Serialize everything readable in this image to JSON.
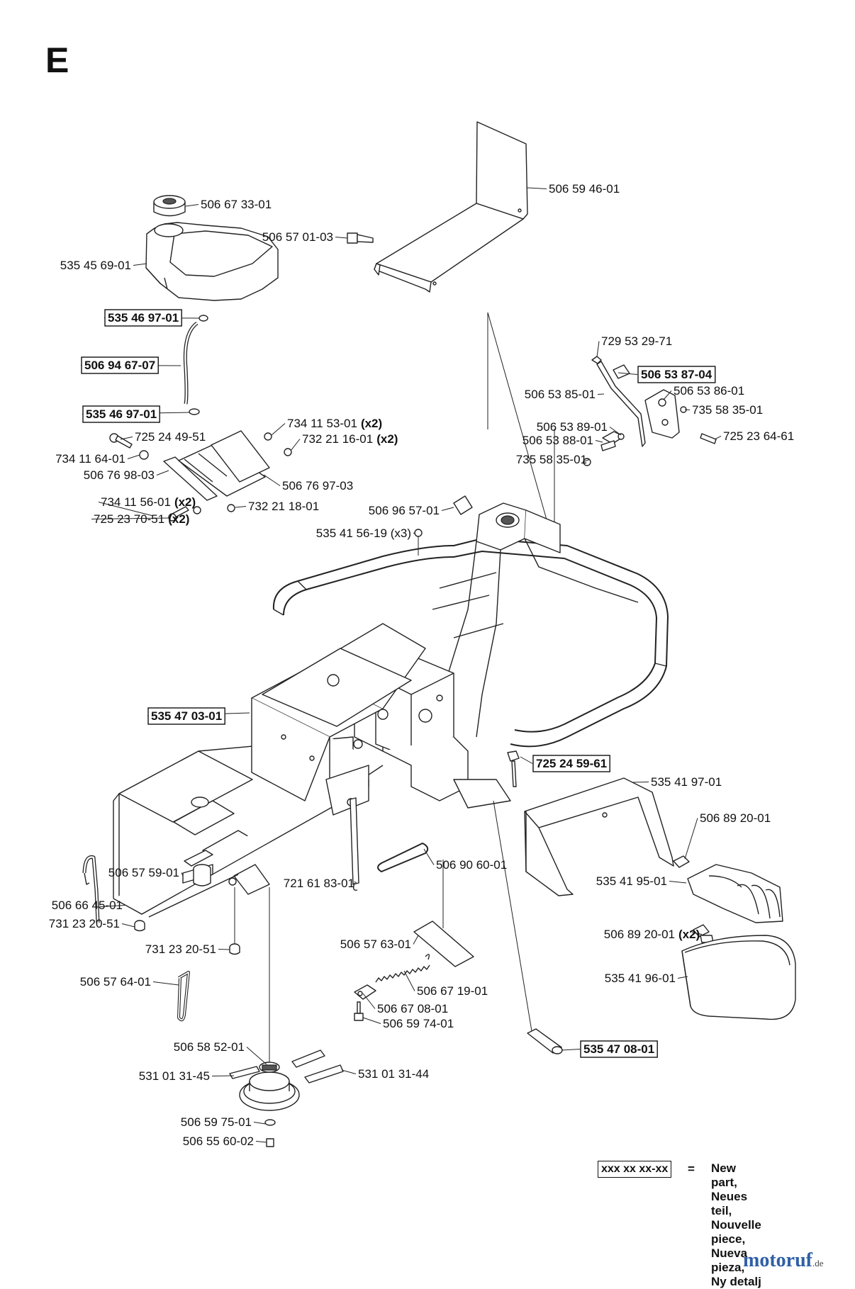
{
  "section_letter": "E",
  "labels": [
    {
      "id": "l1",
      "text": "506 67 33-01",
      "boxed": false,
      "suffix": ""
    },
    {
      "id": "l2",
      "text": "506 57 01-03",
      "boxed": false,
      "suffix": ""
    },
    {
      "id": "l3",
      "text": "506 59 46-01",
      "boxed": false,
      "suffix": ""
    },
    {
      "id": "l4",
      "text": "535 45 69-01",
      "boxed": false,
      "suffix": ""
    },
    {
      "id": "l5",
      "text": "535 46 97-01",
      "boxed": true,
      "suffix": ""
    },
    {
      "id": "l6",
      "text": "506 94 67-07",
      "boxed": true,
      "suffix": ""
    },
    {
      "id": "l7",
      "text": "535 46 97-01",
      "boxed": true,
      "suffix": ""
    },
    {
      "id": "l8",
      "text": "729 53 29-71",
      "boxed": false,
      "suffix": ""
    },
    {
      "id": "l9",
      "text": "506 53 87-04",
      "boxed": true,
      "suffix": ""
    },
    {
      "id": "l10",
      "text": "506 53 85-01",
      "boxed": false,
      "suffix": ""
    },
    {
      "id": "l11",
      "text": "506 53 86-01",
      "boxed": false,
      "suffix": ""
    },
    {
      "id": "l12",
      "text": "735 58 35-01",
      "boxed": false,
      "suffix": ""
    },
    {
      "id": "l13",
      "text": "506 53 89-01",
      "boxed": false,
      "suffix": ""
    },
    {
      "id": "l14",
      "text": "506 53 88-01",
      "boxed": false,
      "suffix": ""
    },
    {
      "id": "l15",
      "text": "725 23 64-61",
      "boxed": false,
      "suffix": ""
    },
    {
      "id": "l16",
      "text": "735 58 35-01",
      "boxed": false,
      "suffix": ""
    },
    {
      "id": "l17",
      "text": "734 11 53-01",
      "boxed": false,
      "suffix": "(x2)"
    },
    {
      "id": "l18",
      "text": "725 24 49-51",
      "boxed": false,
      "suffix": ""
    },
    {
      "id": "l19",
      "text": "732 21 16-01",
      "boxed": false,
      "suffix": "(x2)"
    },
    {
      "id": "l20",
      "text": "734 11 64-01",
      "boxed": false,
      "suffix": ""
    },
    {
      "id": "l21",
      "text": "506 76 98-03",
      "boxed": false,
      "suffix": ""
    },
    {
      "id": "l22",
      "text": "506 76 97-03",
      "boxed": false,
      "suffix": ""
    },
    {
      "id": "l23",
      "text": "734 11 56-01",
      "boxed": false,
      "suffix": "(x2)"
    },
    {
      "id": "l24",
      "text": "732 21 18-01",
      "boxed": false,
      "suffix": ""
    },
    {
      "id": "l25",
      "text": "725 23 70-51",
      "boxed": false,
      "suffix": "(x2)"
    },
    {
      "id": "l26",
      "text": "506 96 57-01",
      "boxed": false,
      "suffix": ""
    },
    {
      "id": "l27",
      "text": "535 41 56-19 (x3)",
      "boxed": false,
      "suffix": ""
    },
    {
      "id": "l28",
      "text": "535 47 03-01",
      "boxed": true,
      "suffix": ""
    },
    {
      "id": "l29",
      "text": "725 24 59-61",
      "boxed": true,
      "suffix": ""
    },
    {
      "id": "l30",
      "text": "535 41 97-01",
      "boxed": false,
      "suffix": ""
    },
    {
      "id": "l31",
      "text": "506 89 20-01",
      "boxed": false,
      "suffix": ""
    },
    {
      "id": "l32",
      "text": "506 57 59-01",
      "boxed": false,
      "suffix": ""
    },
    {
      "id": "l33",
      "text": "506 90 60-01",
      "boxed": false,
      "suffix": ""
    },
    {
      "id": "l34",
      "text": "535 41 95-01",
      "boxed": false,
      "suffix": ""
    },
    {
      "id": "l35",
      "text": "506 66 45-01",
      "boxed": false,
      "suffix": ""
    },
    {
      "id": "l36",
      "text": "721 61 83-01",
      "boxed": false,
      "suffix": ""
    },
    {
      "id": "l37",
      "text": "731 23 20-51",
      "boxed": false,
      "suffix": ""
    },
    {
      "id": "l38",
      "text": "731 23 20-51",
      "boxed": false,
      "suffix": ""
    },
    {
      "id": "l39",
      "text": "506 89 20-01",
      "boxed": false,
      "suffix": "(x2)"
    },
    {
      "id": "l40",
      "text": "506 57 63-01",
      "boxed": false,
      "suffix": ""
    },
    {
      "id": "l41",
      "text": "535 41 96-01",
      "boxed": false,
      "suffix": ""
    },
    {
      "id": "l42",
      "text": "506 57 64-01",
      "boxed": false,
      "suffix": ""
    },
    {
      "id": "l43",
      "text": "506 67 19-01",
      "boxed": false,
      "suffix": ""
    },
    {
      "id": "l44",
      "text": "506 67 08-01",
      "boxed": false,
      "suffix": ""
    },
    {
      "id": "l45",
      "text": "506 59 74-01",
      "boxed": false,
      "suffix": ""
    },
    {
      "id": "l46",
      "text": "506 58 52-01",
      "boxed": false,
      "suffix": ""
    },
    {
      "id": "l47",
      "text": "535 47 08-01",
      "boxed": true,
      "suffix": ""
    },
    {
      "id": "l48",
      "text": "531 01 31-45",
      "boxed": false,
      "suffix": ""
    },
    {
      "id": "l49",
      "text": "531 01 31-44",
      "boxed": false,
      "suffix": ""
    },
    {
      "id": "l50",
      "text": "506 59 75-01",
      "boxed": false,
      "suffix": ""
    },
    {
      "id": "l51",
      "text": "506 55 60-02",
      "boxed": false,
      "suffix": ""
    }
  ],
  "legend": {
    "code": "xxx xx xx-xx",
    "equals": "=",
    "lines": [
      "New part,",
      "Neues teil,",
      "Nouvelle piece,",
      "Nueva pieza,",
      "Ny detalj"
    ]
  },
  "watermark": {
    "main": "motoruf",
    "suffix": ".de"
  }
}
